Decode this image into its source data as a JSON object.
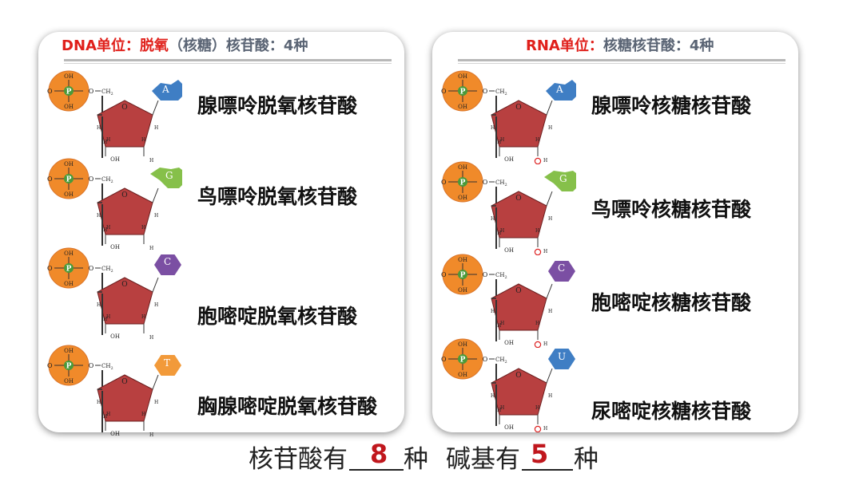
{
  "dna_panel": {
    "title_label": "DNA单位：",
    "title_name": "脱氧",
    "title_rest": "（核糖）核苷酸：4种",
    "nucleotides": [
      {
        "base": "A",
        "name": "腺嘌呤脱氧核苷酸",
        "color": "#3f7ec4"
      },
      {
        "base": "G",
        "name": "鸟嘌呤脱氧核苷酸",
        "color": "#86c04a"
      },
      {
        "base": "C",
        "name": "胞嘧啶脱氧核苷酸",
        "color": "#7b4fa3"
      },
      {
        "base": "T",
        "name": "胸腺嘧啶脱氧核苷酸",
        "color": "#f29a3a"
      }
    ]
  },
  "rna_panel": {
    "title_label": "RNA单位：",
    "title_rest": "核糖核苷酸：4种",
    "nucleotides": [
      {
        "base": "A",
        "name": "腺嘌呤核糖核苷酸",
        "color": "#3f7ec4"
      },
      {
        "base": "G",
        "name": "鸟嘌呤核糖核苷酸",
        "color": "#86c04a"
      },
      {
        "base": "C",
        "name": "胞嘧啶核糖核苷酸",
        "color": "#7b4fa3"
      },
      {
        "base": "U",
        "name": "尿嘧啶核糖核苷酸",
        "color": "#3f7ec4"
      }
    ]
  },
  "molecule_labels": {
    "phosphate": "P",
    "oh": "OH",
    "o": "O",
    "ch2": "CH",
    "ch2_sub": "2",
    "h": "H"
  },
  "summary": {
    "text1": "核苷酸有",
    "answer1": "8",
    "text2": "种",
    "text3": "碱基有",
    "answer2": "5",
    "text4": "种"
  },
  "colors": {
    "title_red": "#e0201b",
    "title_gray": "#5a6474",
    "phosphate_orange": "#f08a2a",
    "sugar_red": "#b84040",
    "answer_red": "#c0171d"
  }
}
